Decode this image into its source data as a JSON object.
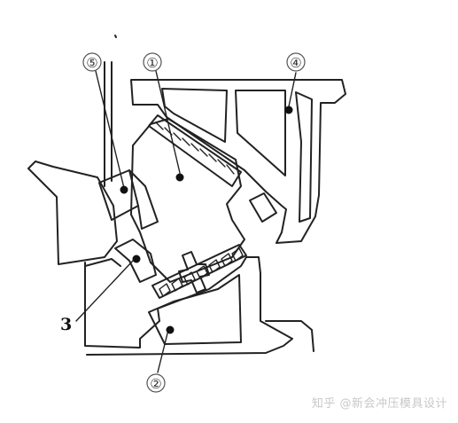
{
  "callouts": {
    "c1": "①",
    "c2": "②",
    "c4": "④",
    "c5": "⑤"
  },
  "plain_label": "3",
  "watermark": "知乎 @新会冲压模具设计"
}
